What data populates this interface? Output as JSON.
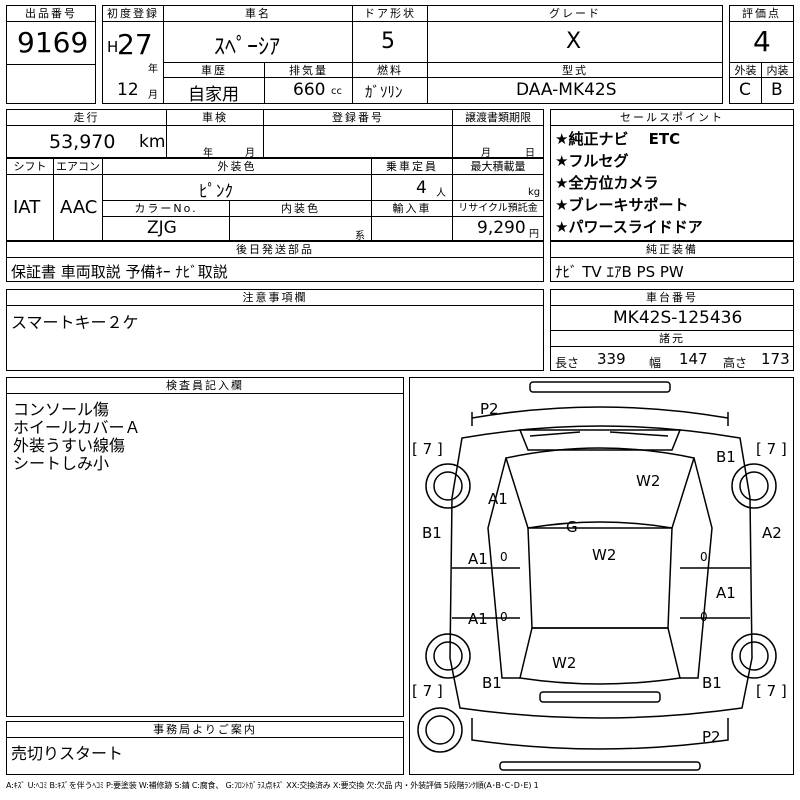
{
  "header": {
    "lot_no_label": "出品番号",
    "lot_no": "9169",
    "first_reg_label": "初度登録",
    "era": "H",
    "year": "27",
    "year_unit": "年",
    "month": "12",
    "month_unit": "月",
    "car_name_label": "車名",
    "car_name": "ｽﾍﾟｰｼｱ",
    "door_label": "ドア形状",
    "door": "5",
    "grade_label": "グレード",
    "grade": "X",
    "score_label": "評価点",
    "score": "4",
    "history_label": "車歴",
    "history": "自家用",
    "displacement_label": "排気量",
    "displacement": "660",
    "displacement_unit": "cc",
    "fuel_label": "燃料",
    "fuel": "ｶﾞｿﾘﾝ",
    "model_label": "型式",
    "model": "DAA-MK42S",
    "exterior_label": "外装",
    "exterior": "C",
    "interior_label": "内装",
    "interior": "B"
  },
  "row2": {
    "mileage_label": "走行",
    "mileage": "53,970",
    "mileage_unit": "km",
    "inspection_label": "車検",
    "insp_year_unit": "年",
    "insp_month_unit": "月",
    "reg_no_label": "登録番号",
    "transfer_label": "譲渡書類期限",
    "transfer_month_unit": "月",
    "transfer_day_unit": "日"
  },
  "row3": {
    "shift_label": "シフト",
    "shift": "IAT",
    "ac_label": "エアコン",
    "ac": "AAC",
    "ext_color_label": "外装色",
    "ext_color": "ﾋﾟﾝｸ",
    "capacity_label": "乗車定員",
    "capacity": "4",
    "capacity_unit": "人",
    "max_load_label": "最大積載量",
    "max_load_unit": "kg",
    "color_no_label": "カラーNo.",
    "color_no": "ZJG",
    "int_color_label": "内装色",
    "int_color_unit": "系",
    "import_label": "輸入車",
    "recycle_label": "リサイクル預託金",
    "recycle": "9,290",
    "recycle_unit": "円"
  },
  "sales_points": {
    "label": "セールスポイント",
    "items": [
      "★純正ナビ　 ETC",
      "★フルセグ",
      "★全方位カメラ",
      "★ブレーキサポート",
      "★パワースライドドア"
    ]
  },
  "later_parts": {
    "label": "後日発送部品",
    "value": "保証書 車両取説 予備ｷｰ ﾅﾋﾞ取説"
  },
  "genuine_equipment": {
    "label": "純正装備",
    "value": "ﾅﾋﾞ TV ｴｱB PS PW"
  },
  "notes": {
    "label": "注意事項欄",
    "value": "スマートキー２ケ"
  },
  "chassis": {
    "label": "車台番号",
    "value": "MK42S-125436"
  },
  "dims": {
    "label": "諸元",
    "length_label": "長さ",
    "length": "339",
    "width_label": "幅",
    "width": "147",
    "height_label": "高さ",
    "height": "173"
  },
  "inspector": {
    "label": "検査員記入欄",
    "lines": [
      "コンソール傷",
      "ホイールカバーＡ",
      "外装うすい線傷",
      "シートしみ小"
    ]
  },
  "office": {
    "label": "事務局よりご案内",
    "value": "売切りスタート"
  },
  "diagram_marks": {
    "p2_top": "P2",
    "bracket_tl": "[ 7 ]",
    "bracket_tr": "[ 7 ]",
    "b1_tr": "B1",
    "w2_upper": "W2",
    "a1_upper_left": "A1",
    "g": "G",
    "b1_left": "B1",
    "a2_right": "A2",
    "a1_mid_left": "A1",
    "zero_mid_left": "0",
    "w2_center": "W2",
    "zero_mid_right": "0",
    "a1_right": "A1",
    "a1_lower_left": "A1",
    "zero_lower_left": "0",
    "zero_lower_right": "0",
    "w2_lower": "W2",
    "b1_bl": "B1",
    "b1_br": "B1",
    "bracket_bl": "[ 7 ]",
    "bracket_br": "[ 7 ]",
    "p2_bottom": "P2"
  },
  "legend": "A:ｷｽﾞ U:ﾍｺﾐ B:ｷｽﾞを伴うﾍｺﾐ P:要塗装 W:補修跡 S:錆 C:腐食、 G:ﾌﾛﾝﾄｶﾞﾗｽ点ｷｽﾞ XX:交換済み X:要交換 欠:欠品 内・外装評価 5段階ﾗﾝｸ順(A･B･C･D･E) 1"
}
